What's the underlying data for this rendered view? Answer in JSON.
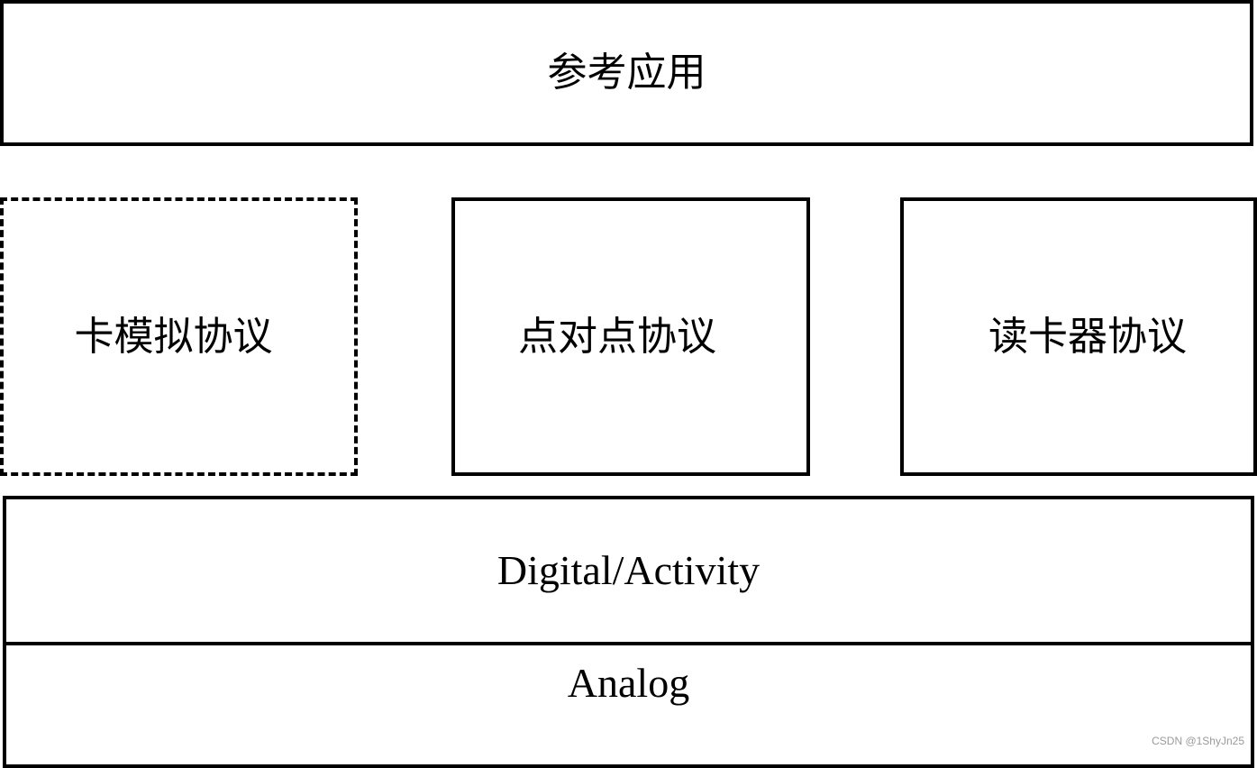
{
  "diagram": {
    "layers": {
      "application": "参考应用",
      "card_emulation": "卡模拟协议",
      "peer_to_peer": "点对点协议",
      "reader": "读卡器协议",
      "digital": "Digital/Activity",
      "analog": "Analog"
    }
  },
  "watermark": "CSDN @1ShyJn25"
}
